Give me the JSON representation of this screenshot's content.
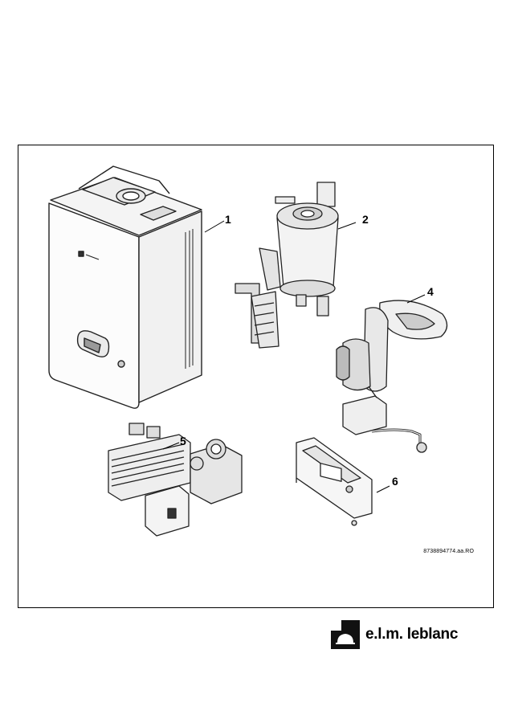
{
  "callouts": {
    "c1": "1",
    "c2": "2",
    "c4": "4",
    "c5": "5",
    "c6": "6"
  },
  "reference_code": "8738894774.aa.RO",
  "brand": {
    "name": "e.l.m. leblanc"
  }
}
